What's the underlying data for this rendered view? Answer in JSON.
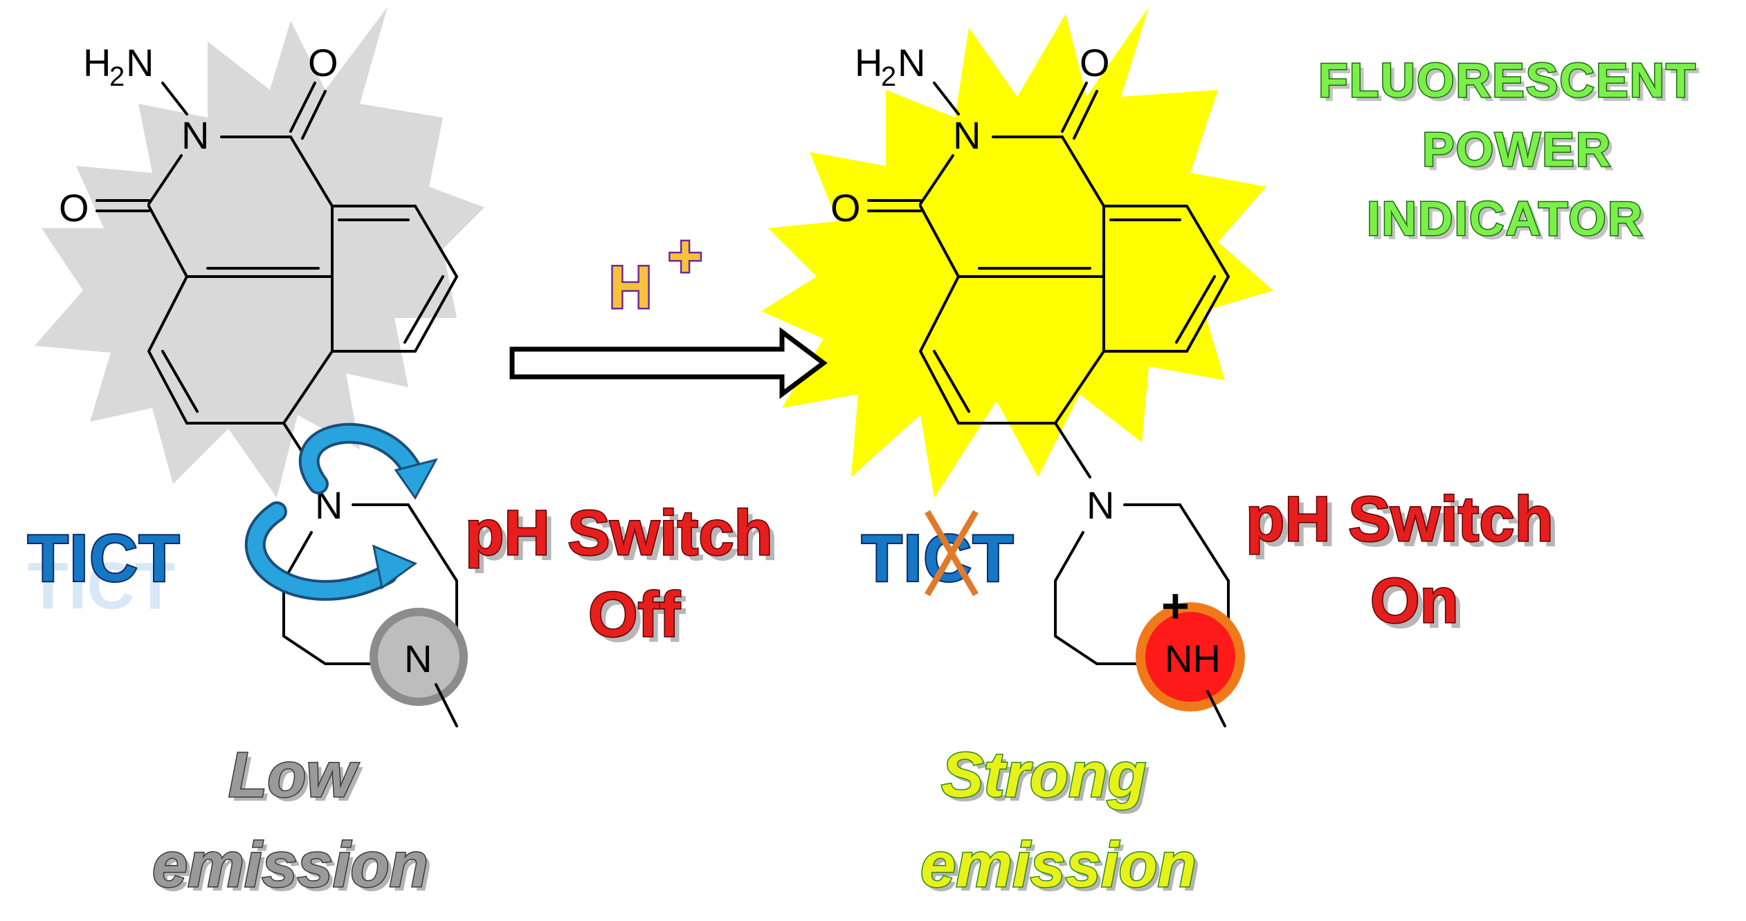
{
  "atoms": {
    "h2n_h": "H",
    "h2n_sub": "2",
    "h2n_n": "N",
    "imide_n": "N",
    "oxygen_top": "O",
    "oxygen_left": "O",
    "pip_n_top": "N",
    "pip_n_bottom": "N",
    "pip_nh": "NH",
    "plus_sign": "+"
  },
  "reagent": {
    "h": "H",
    "plus": "+"
  },
  "left": {
    "tict": "TICT",
    "switch_line1": "pH Switch",
    "switch_line2": "Off",
    "emission_line1": "Low",
    "emission_line2": "emission"
  },
  "right": {
    "tict": "TICT",
    "switch_line1": "pH Switch",
    "switch_line2": "On",
    "emission_line1": "Strong",
    "emission_line2": "emission"
  },
  "indicator": {
    "line1": "FLUORESCENT",
    "line2": "POWER",
    "line3": "INDICATOR"
  },
  "colors": {
    "low_glow": "#d9d9d9",
    "strong_glow": "#ffff00",
    "tict": "#1677c4",
    "switch": "#e61e1e",
    "arrow_rotation": "#29a3dd",
    "protonated_center": "#ff1a1a",
    "protonated_ring": "#f07a1a",
    "indicator_text": "#7cf04a"
  }
}
